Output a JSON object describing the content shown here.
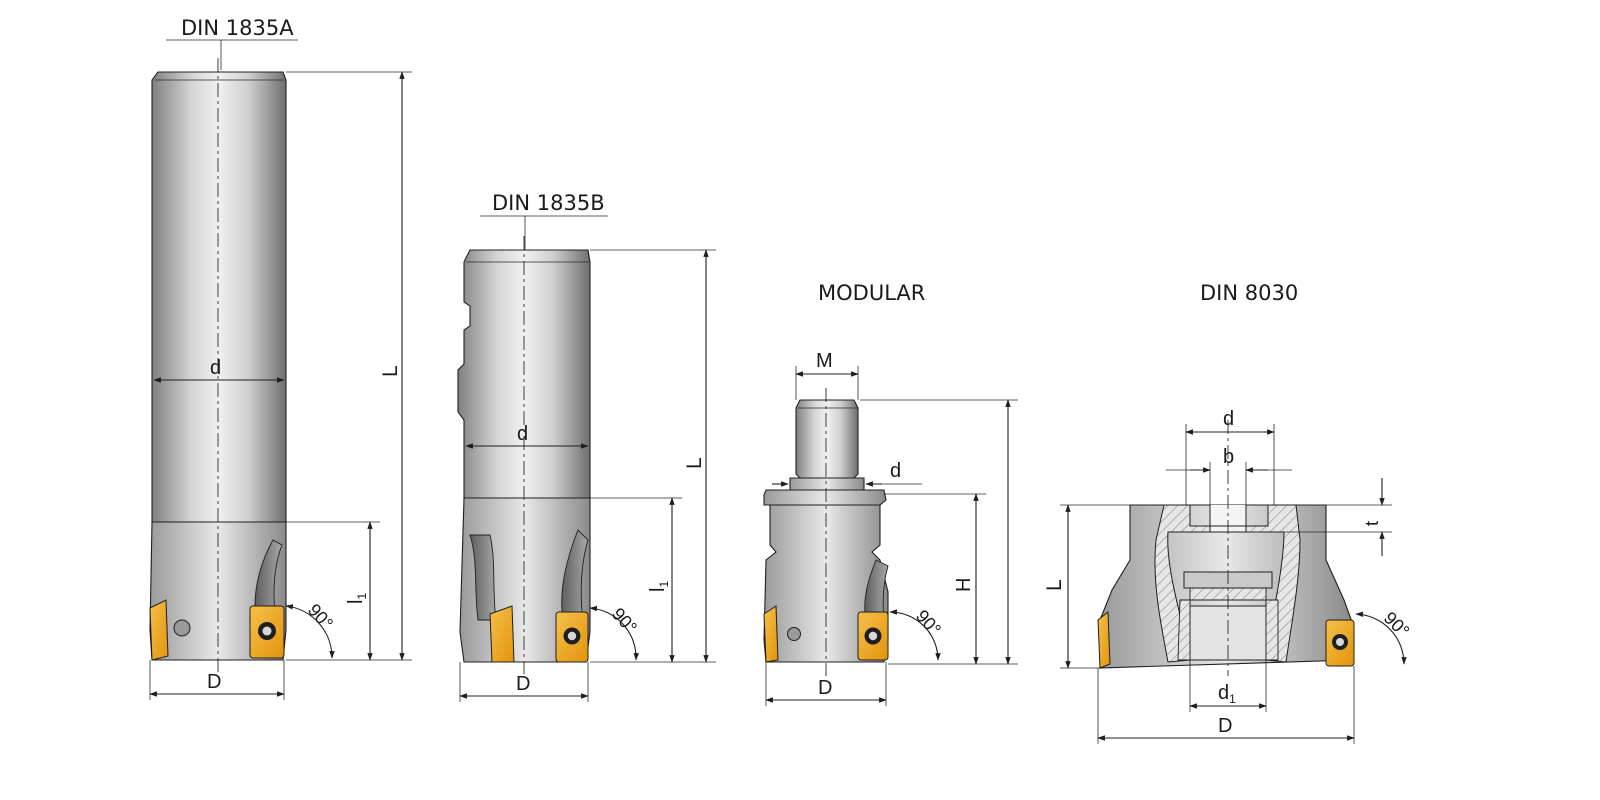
{
  "views": {
    "din1835a": {
      "title": "DIN 1835A",
      "dims": {
        "d": "d",
        "L": "L",
        "l1": "l",
        "l1_sub": "1",
        "D": "D",
        "angle": "90°"
      }
    },
    "din1835b": {
      "title": "DIN 1835B",
      "dims": {
        "d": "d",
        "L": "L",
        "l1": "l",
        "l1_sub": "1",
        "D": "D",
        "angle": "90°"
      }
    },
    "modular": {
      "title": "MODULAR",
      "dims": {
        "M": "M",
        "d": "d",
        "H": "H",
        "D": "D",
        "angle": "90°"
      }
    },
    "din8030": {
      "title": "DIN 8030",
      "dims": {
        "d": "d",
        "b": "b",
        "t": "t",
        "L": "L",
        "d1": "d",
        "d1_sub": "1",
        "D": "D",
        "angle": "90°"
      }
    }
  },
  "colors": {
    "steel_dark": "#7d7d7d",
    "steel_light": "#eeeeee",
    "insert": "#f2a81d",
    "insert_dark": "#c07b08",
    "line": "#1f1f1f",
    "hatch": "#9a9a9a"
  }
}
